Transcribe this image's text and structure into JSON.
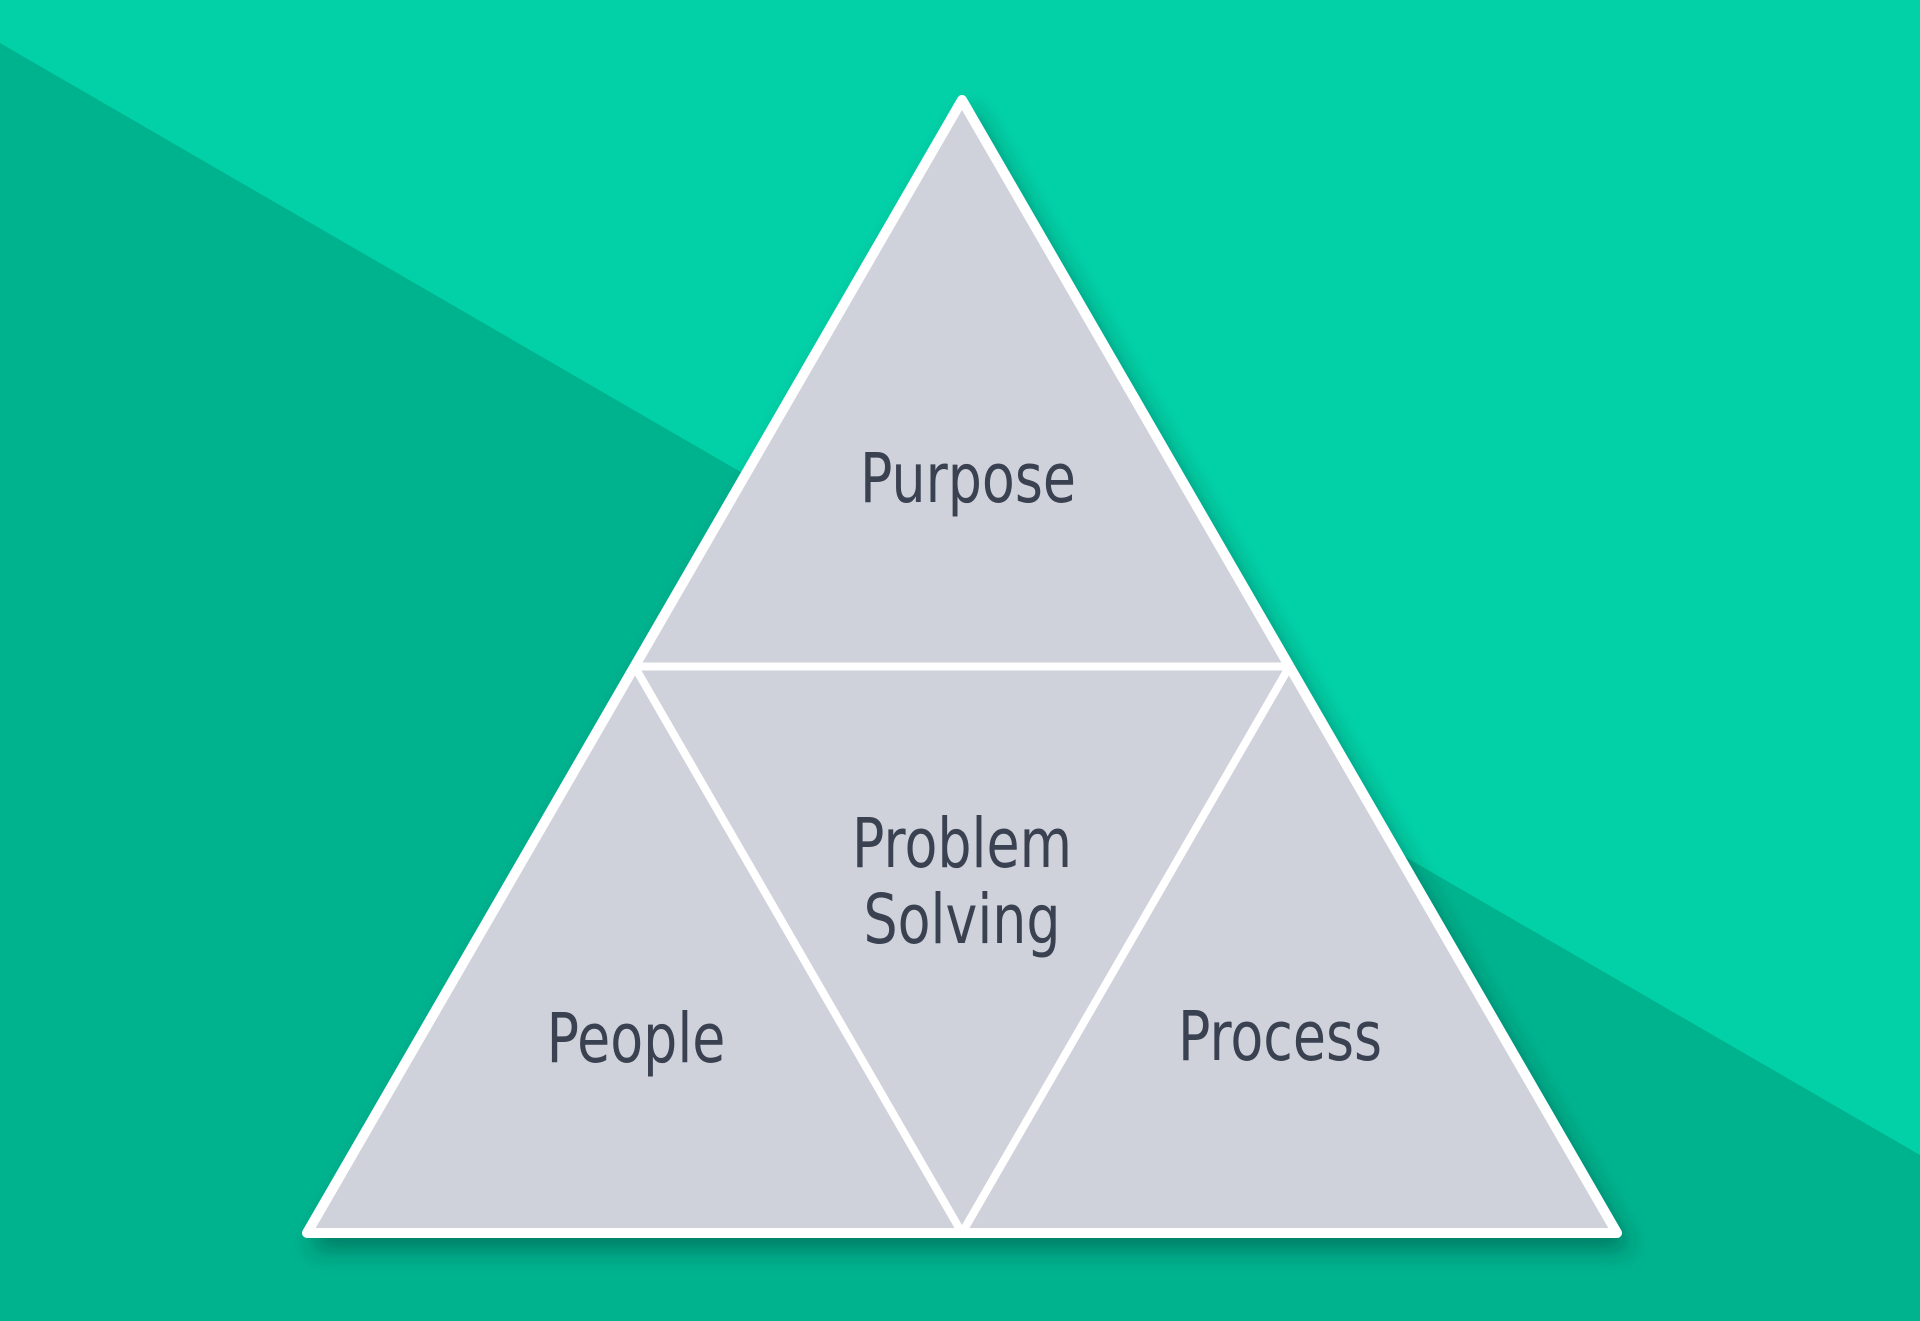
{
  "colors": {
    "background_top": "#02d1a8",
    "background_bottom": "#00b38f",
    "triangle_fill": "#cfd2da",
    "divider": "#ffffff",
    "label": "#3a4151"
  },
  "pyramid": {
    "top_label": "Purpose",
    "center_label_line1": "Problem",
    "center_label_line2": "Solving",
    "left_label": "People",
    "right_label": "Process"
  }
}
